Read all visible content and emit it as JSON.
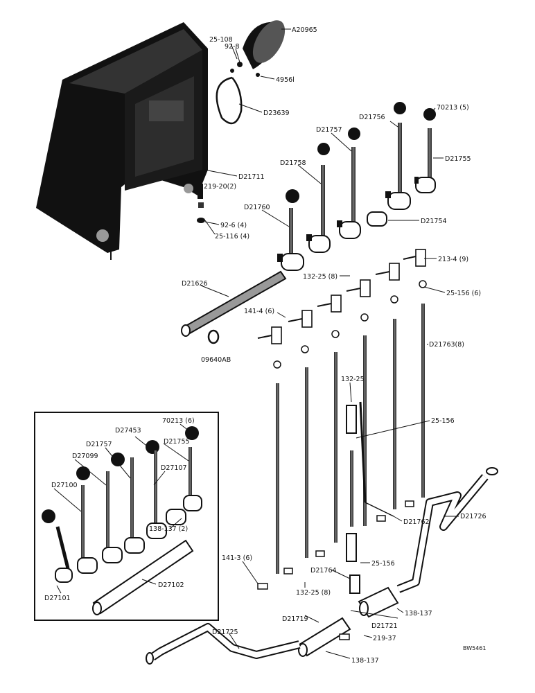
{
  "labels": {
    "a20965": "A20965",
    "n25_108": "25-108",
    "n92_8": "92-8",
    "n4956l": "4956l",
    "d23639": "D23639",
    "d21711": "D21711",
    "n219_20_2": "219-20(2)",
    "n92_6_4": "92-6 (4)",
    "n25_116_4": "25-116 (4)",
    "n70213_5": "70213 (5)",
    "d21756": "D21756",
    "d21757": "D21757",
    "d21755": "D21755",
    "d21758": "D21758",
    "d21760": "D21760",
    "d21754": "D21754",
    "n213_4_9": "213-4 (9)",
    "n132_25_8_top": "132-25 (8)",
    "n25_156_6": "25-156 (6)",
    "d21626": "D21626",
    "n141_4_6": "141-4 (6)",
    "d21763_8": "D21763(8)",
    "n09640ab": "09640AB",
    "n132_25_mid": "132-25",
    "n25_156_a": "25-156",
    "d21762": "D21762",
    "d21726": "D21726",
    "n141_3_6": "141-3 (6)",
    "d21764": "D21764",
    "n25_156_b": "25-156",
    "n132_25_8_bot": "132-25 (8)",
    "n138_137_a": "138-137",
    "d21721": "D21721",
    "d21719": "D21719",
    "d21725": "D21725",
    "n219_37": "219-37",
    "n138_137_b": "138-137",
    "bw": "BW5461",
    "n70213_6": "70213 (6)",
    "d27453": "D27453",
    "d21757_inset": "D21757",
    "d21755_inset": "D21755",
    "d27099": "D27099",
    "d27107": "D27107",
    "d27100": "D27100",
    "n138_137_2": "138-137 (2)",
    "d27102": "D27102",
    "d27101": "D27101"
  }
}
